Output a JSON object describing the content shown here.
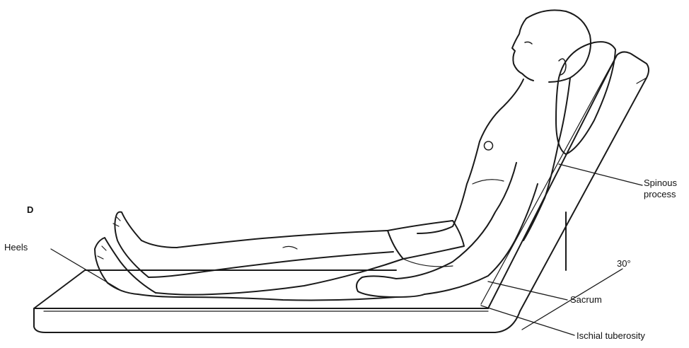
{
  "figure": {
    "panel_letter": "D",
    "labels": {
      "heels": "Heels",
      "spinous_line1": "Spinous",
      "spinous_line2": "process",
      "angle": "30°",
      "sacrum": "Sacrum",
      "ischial": "Ischial tuberosity"
    },
    "ink_color": "#1a1a1a",
    "background": "#ffffff"
  }
}
